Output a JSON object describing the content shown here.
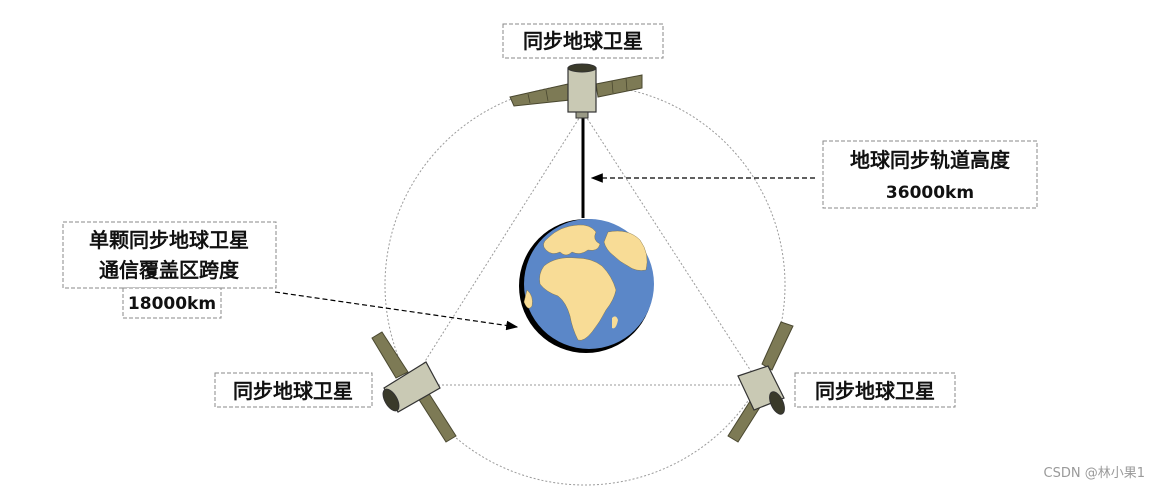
{
  "labels": {
    "sat_top": "同步地球卫星",
    "sat_left": "同步地球卫星",
    "sat_right": "同步地球卫星",
    "orbit_height_title": "地球同步轨道高度",
    "orbit_height_value": "36000km",
    "coverage_line1": "单颗同步地球卫星",
    "coverage_line2": "通信覆盖区跨度",
    "coverage_value": "18000km"
  },
  "watermark": "CSDN @林小果1",
  "colors": {
    "ocean": "#5b87c8",
    "land": "#f8dc96",
    "solar_panel": "#7d7a55",
    "satellite_body": "#c9c9b4",
    "orbit_line": "#9a9a9a"
  }
}
